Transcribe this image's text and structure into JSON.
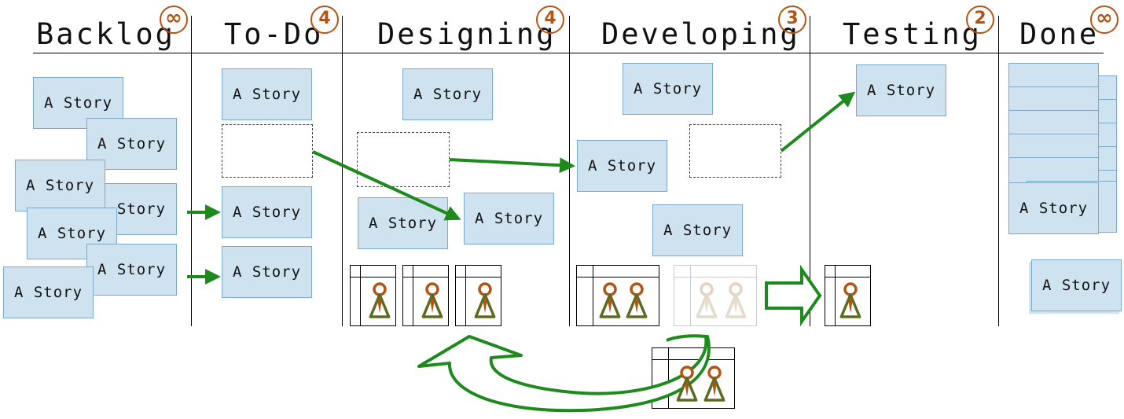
{
  "columns": [
    {
      "title": "Backlog",
      "limit": "∞"
    },
    {
      "title": "To-Do",
      "limit": "4"
    },
    {
      "title": "Designing",
      "limit": "4"
    },
    {
      "title": "Developing",
      "limit": "3"
    },
    {
      "title": "Testing",
      "limit": "2"
    },
    {
      "title": "Done",
      "limit": "∞"
    }
  ],
  "story_label": "A Story",
  "colors": {
    "card_fill": "#cfe2f0",
    "card_border": "#7da9c9",
    "arrow": "#1e8a1e",
    "limit_badge": "#b45414",
    "person_outline": "#5c6b1f",
    "person_head": "#b45414"
  }
}
